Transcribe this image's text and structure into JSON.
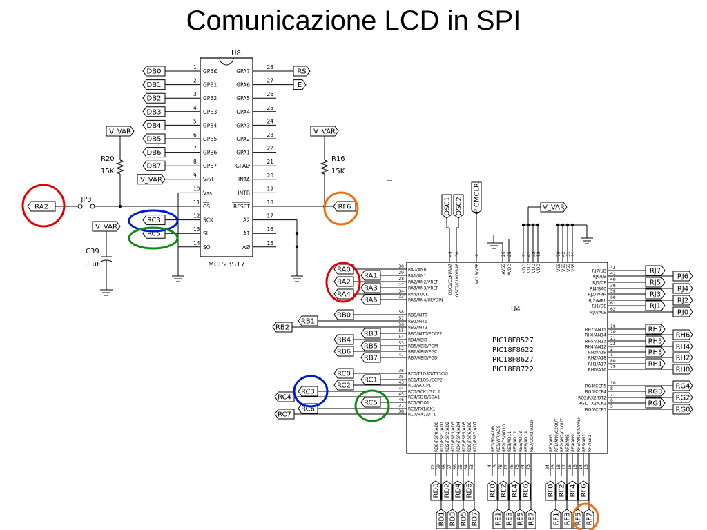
{
  "title": "Comunicazione LCD in SPI",
  "colors": {
    "red": "#e00000",
    "blue": "#0018d0",
    "green": "#108a10",
    "orange": "#f07010"
  },
  "mcp": {
    "ref": "U8",
    "part": "MCP23S17",
    "left_pins": [
      {
        "num": "1",
        "name": "GPBØ",
        "net": "DB0"
      },
      {
        "num": "2",
        "name": "GPB1",
        "net": "DB1"
      },
      {
        "num": "3",
        "name": "GPB2",
        "net": "DB2"
      },
      {
        "num": "4",
        "name": "GPB3",
        "net": "DB3"
      },
      {
        "num": "5",
        "name": "GPB4",
        "net": "DB4"
      },
      {
        "num": "6",
        "name": "GPB5",
        "net": "DB5"
      },
      {
        "num": "7",
        "name": "GPB6",
        "net": "DB6"
      },
      {
        "num": "8",
        "name": "GPB7",
        "net": "DB7"
      },
      {
        "num": "9",
        "name": "Vdd",
        "net": "V_VAR"
      },
      {
        "num": "10",
        "name": "Vss",
        "net": ""
      },
      {
        "num": "11",
        "name": "CS",
        "net": ""
      },
      {
        "num": "12",
        "name": "SCK",
        "net": "RC3"
      },
      {
        "num": "13",
        "name": "SI",
        "net": "RC5"
      },
      {
        "num": "14",
        "name": "SO",
        "net": ""
      }
    ],
    "right_pins": [
      {
        "num": "28",
        "name": "GPA7",
        "net": "RS"
      },
      {
        "num": "27",
        "name": "GPA6",
        "net": "E"
      },
      {
        "num": "26",
        "name": "GPA5",
        "net": ""
      },
      {
        "num": "25",
        "name": "GPA4",
        "net": ""
      },
      {
        "num": "24",
        "name": "GPA3",
        "net": ""
      },
      {
        "num": "23",
        "name": "GPA2",
        "net": ""
      },
      {
        "num": "22",
        "name": "GPA1",
        "net": ""
      },
      {
        "num": "21",
        "name": "GPAØ",
        "net": ""
      },
      {
        "num": "20",
        "name": "INTA",
        "net": ""
      },
      {
        "num": "19",
        "name": "INTB",
        "net": ""
      },
      {
        "num": "18",
        "name": "RESET",
        "net": "RF6"
      },
      {
        "num": "17",
        "name": "A2",
        "net": ""
      },
      {
        "num": "16",
        "name": "A1",
        "net": ""
      },
      {
        "num": "15",
        "name": "AØ",
        "net": ""
      }
    ]
  },
  "aux": {
    "r20_ref": "R20",
    "r20_val": "15K",
    "r16_ref": "R16",
    "r16_val": "15K",
    "c39_ref": "C39",
    "c39_val": ".1uF",
    "jp3": "JP3",
    "vvar": "V_VAR",
    "ra2": "RA2",
    "rf6": "RF6",
    "rc3": "RC3",
    "rc5": "RC5"
  },
  "pic": {
    "ref": "U4",
    "parts": [
      "PIC18F8527",
      "PIC18F8622",
      "PIC18F8627",
      "PIC18F8722"
    ],
    "top_tags": [
      "OSC1",
      "OSC2",
      "PICMCLR",
      "V_VAR"
    ],
    "top_pins": [
      {
        "num": "49",
        "name": "OSC1/CLKI/RA7"
      },
      {
        "num": "50",
        "name": "OSC2/CLKO/RA6"
      },
      {
        "num": "9",
        "name": "MCLR/VPP"
      },
      {
        "num": "26",
        "name": "AVSS"
      },
      {
        "num": "25",
        "name": "AVDD"
      },
      {
        "num": "71",
        "name": "VDD"
      },
      {
        "num": "41",
        "name": "VDD"
      },
      {
        "num": "32",
        "name": "VDD"
      },
      {
        "num": "12",
        "name": "VDD"
      },
      {
        "num": "70",
        "name": "VSS"
      },
      {
        "num": "42",
        "name": "VSS"
      },
      {
        "num": "31",
        "name": "VSS"
      },
      {
        "num": "11",
        "name": "VSS"
      }
    ],
    "left_groups": [
      [
        {
          "num": "30",
          "name": "RA0/AN0",
          "net": "RA0"
        },
        {
          "num": "29",
          "name": "RA1/AN1",
          "net": "RA1"
        },
        {
          "num": "28",
          "name": "RA2/AN2/VREF-",
          "net": "RA2"
        },
        {
          "num": "27",
          "name": "RA3/AN3/VREF+",
          "net": "RA3"
        },
        {
          "num": "34",
          "name": "RA4/T0CKI",
          "net": "RA4"
        },
        {
          "num": "33",
          "name": "RA5/AN4/HLVDIN",
          "net": "RA5"
        }
      ],
      [
        {
          "num": "58",
          "name": "RB0/INT0",
          "net": "RB0"
        },
        {
          "num": "57",
          "name": "RB1/INT1",
          "net": "RB1"
        },
        {
          "num": "56",
          "name": "RB2/INT2",
          "net": "RB2"
        },
        {
          "num": "55",
          "name": "RB3/INT3/ECCP2",
          "net": "RB3"
        },
        {
          "num": "54",
          "name": "RB4/KBI0",
          "net": "RB4"
        },
        {
          "num": "53",
          "name": "RB5/KBI1/PGM",
          "net": "RB5"
        },
        {
          "num": "52",
          "name": "RB6/KBI2/PGC",
          "net": "RB6"
        },
        {
          "num": "47",
          "name": "RB7/KBI3/PGD",
          "net": "RB7"
        }
      ],
      [
        {
          "num": "36",
          "name": "RC0/T1OSO/T13CKI",
          "net": "RC0"
        },
        {
          "num": "35",
          "name": "RC1/T1OSI/CCP2",
          "net": "RC1"
        },
        {
          "num": "43",
          "name": "RC2/ECCP1",
          "net": "RC2"
        },
        {
          "num": "44",
          "name": "RC3/SCK1/SCL1",
          "net": "RC3"
        },
        {
          "num": "45",
          "name": "RC4/SDI1/SDA1",
          "net": "RC4"
        },
        {
          "num": "46",
          "name": "RC5/SDO1",
          "net": "RC5"
        },
        {
          "num": "37",
          "name": "RC6/TX1/CK1",
          "net": "RC6"
        },
        {
          "num": "38",
          "name": "RC7/RX1/DT1",
          "net": "RC7"
        }
      ]
    ],
    "right_groups": [
      [
        {
          "num": "42",
          "name": "RJ7/UB",
          "net": "RJ7"
        },
        {
          "num": "41",
          "name": "RJ6/LB",
          "net": "RJ6"
        },
        {
          "num": "40",
          "name": "RJ5/CE",
          "net": "RJ5"
        },
        {
          "num": "39",
          "name": "RJ4/BA0",
          "net": "RJ4"
        },
        {
          "num": "59",
          "name": "RJ3/WRH",
          "net": "RJ3"
        },
        {
          "num": "60",
          "name": "RJ2/WRL",
          "net": "RJ2"
        },
        {
          "num": "61",
          "name": "RJ1/OE",
          "net": "RJ1"
        },
        {
          "num": "62",
          "name": "RJ0/ALE",
          "net": "RJ0"
        }
      ],
      [
        {
          "num": "19",
          "name": "RH7/AN15",
          "net": "RH7"
        },
        {
          "num": "20",
          "name": "RH6/AN14",
          "net": "RH6"
        },
        {
          "num": "21",
          "name": "RH5/AN13",
          "net": "RH5"
        },
        {
          "num": "22",
          "name": "RH4/AN12",
          "net": "RH4"
        },
        {
          "num": "2",
          "name": "RH3/A19",
          "net": "RH3"
        },
        {
          "num": "1",
          "name": "RH2/A18",
          "net": "RH2"
        },
        {
          "num": "80",
          "name": "RH1/A17",
          "net": "RH1"
        },
        {
          "num": "79",
          "name": "RH0/A16",
          "net": "RH0"
        }
      ],
      [
        {
          "num": "10",
          "name": "RG4/CCP5",
          "net": "RG4"
        },
        {
          "num": "8",
          "name": "RG3/CCP4",
          "net": "RG3"
        },
        {
          "num": "7",
          "name": "RG2/RX2/DT2",
          "net": "RG2"
        },
        {
          "num": "6",
          "name": "RG1/TX2/CK2",
          "net": "RG1"
        },
        {
          "num": "5",
          "name": "RG0/CCP3",
          "net": "RG0"
        }
      ]
    ],
    "bottom_groups": [
      [
        {
          "num": "72",
          "name": "RD0/PSP0/AD0",
          "net": "RD0"
        },
        {
          "num": "69",
          "name": "RD1/PSP1/AD1",
          "net": "RD1"
        },
        {
          "num": "68",
          "name": "RD2/PSP2/AD2",
          "net": "RD2"
        },
        {
          "num": "67",
          "name": "RD3/PSP3/AD3",
          "net": "RD3"
        },
        {
          "num": "66",
          "name": "RD4/PSP4/AD4",
          "net": "RD4"
        },
        {
          "num": "65",
          "name": "RD5/PSP5/AD5",
          "net": "RD5"
        },
        {
          "num": "64",
          "name": "RD6/PSP6/AD6",
          "net": "RD6"
        },
        {
          "num": "63",
          "name": "RD7/PSP7/AD7",
          "net": "RD7"
        }
      ],
      [
        {
          "num": "4",
          "name": "RE0/RD/AD8",
          "net": "RE0"
        },
        {
          "num": "3",
          "name": "RE1/WR/AD9",
          "net": "RE1"
        },
        {
          "num": "78",
          "name": "RE2/CS/AD10",
          "net": "RE2"
        },
        {
          "num": "77",
          "name": "RE3/AD11",
          "net": "RE3"
        },
        {
          "num": "76",
          "name": "RE4/AD12",
          "net": "RE4"
        },
        {
          "num": "75",
          "name": "RE5/AD13",
          "net": "RE5"
        },
        {
          "num": "74",
          "name": "RE6/AD14",
          "net": "RE6"
        },
        {
          "num": "73",
          "name": "RE7/CCP2/AD15",
          "net": "RE7"
        }
      ],
      [
        {
          "num": "24",
          "name": "RF0/AN5",
          "net": "RF0"
        },
        {
          "num": "23",
          "name": "RF1/AN6/C2OUT",
          "net": "RF1"
        },
        {
          "num": "18",
          "name": "RF2/AN7/C1OUT",
          "net": "RF2"
        },
        {
          "num": "17",
          "name": "RF3/AN8",
          "net": "RF3"
        },
        {
          "num": "16",
          "name": "RF4/AN9",
          "net": "RF4"
        },
        {
          "num": "15",
          "name": "RF5/AN10/CVREF",
          "net": "RF5"
        },
        {
          "num": "14",
          "name": "RF6/AN11",
          "net": "RF6"
        },
        {
          "num": "13",
          "name": "RF7/SS1",
          "net": "RF7"
        }
      ]
    ]
  }
}
